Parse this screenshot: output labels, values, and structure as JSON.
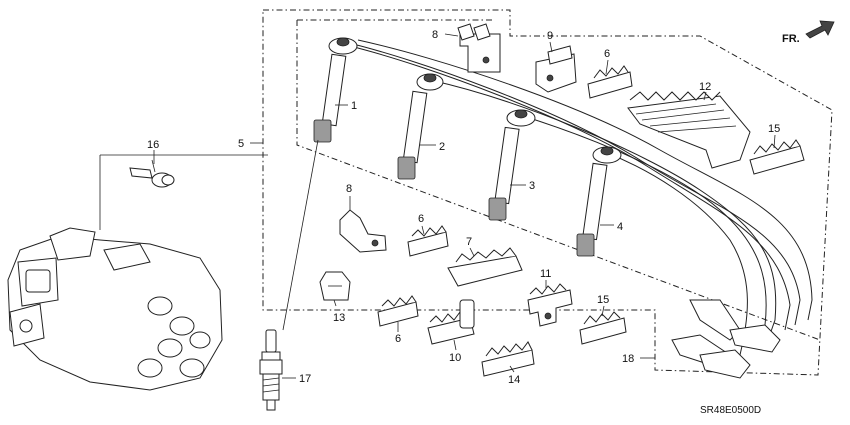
{
  "callouts": {
    "c1": "1",
    "c2": "2",
    "c3": "3",
    "c4": "4",
    "c5": "5",
    "c6a": "6",
    "c6b": "6",
    "c6c": "6",
    "c7": "7",
    "c8a": "8",
    "c8b": "8",
    "c9": "9",
    "c10": "10",
    "c11": "11",
    "c12": "12",
    "c13": "13",
    "c14": "14",
    "c15a": "15",
    "c15b": "15",
    "c16": "16",
    "c17": "17",
    "c18": "18"
  },
  "direction_label": "FR.",
  "diagram_code": "SR48E0500D"
}
